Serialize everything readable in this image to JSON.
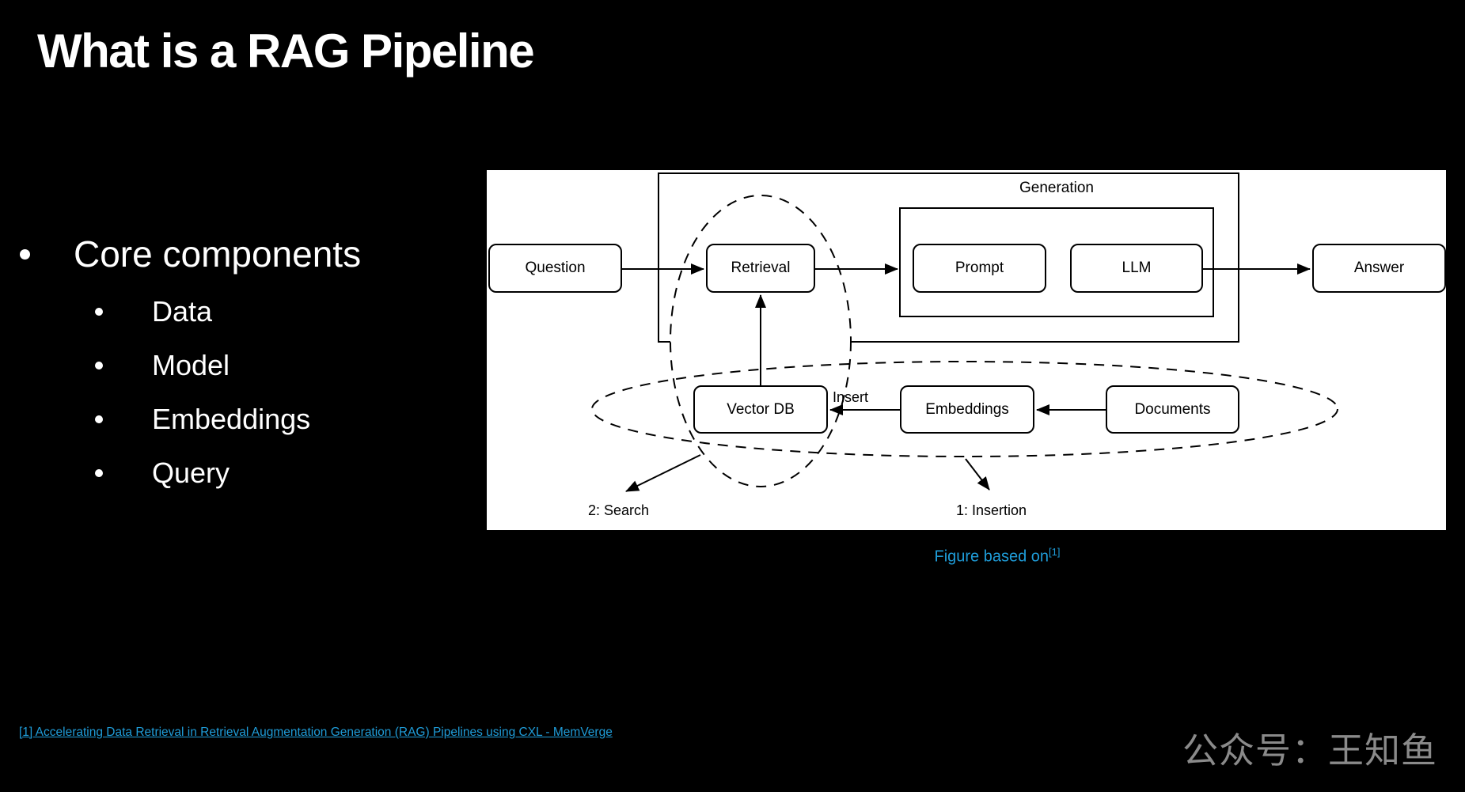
{
  "slide": {
    "title": "What is a RAG Pipeline",
    "bullets": {
      "main": "Core components",
      "sub": [
        "Data",
        "Model",
        "Embeddings",
        "Query"
      ]
    },
    "caption": {
      "text": "Figure based on",
      "ref": "[1]"
    },
    "footer": {
      "link": "[1] Accelerating Data Retrieval in Retrieval Augmentation Generation (RAG) Pipelines using CXL - MemVerge",
      "wechat": "公众号：王知鱼"
    },
    "colors": {
      "background": "#000000",
      "panel": "#FFFFFF",
      "text": "#FFFFFF",
      "diagram_line": "#000000",
      "accent_blue": "#1F9CD8",
      "footer_gray": "#8A8A8A"
    }
  },
  "diagram": {
    "group_label": "Generation",
    "nodes": {
      "question": "Question",
      "retrieval": "Retrieval",
      "prompt": "Prompt",
      "llm": "LLM",
      "answer": "Answer",
      "vector_db": "Vector DB",
      "embeddings": "Embeddings",
      "documents": "Documents"
    },
    "labels": {
      "insert": "Insert",
      "search": "2: Search",
      "insertion": "1: Insertion"
    }
  }
}
